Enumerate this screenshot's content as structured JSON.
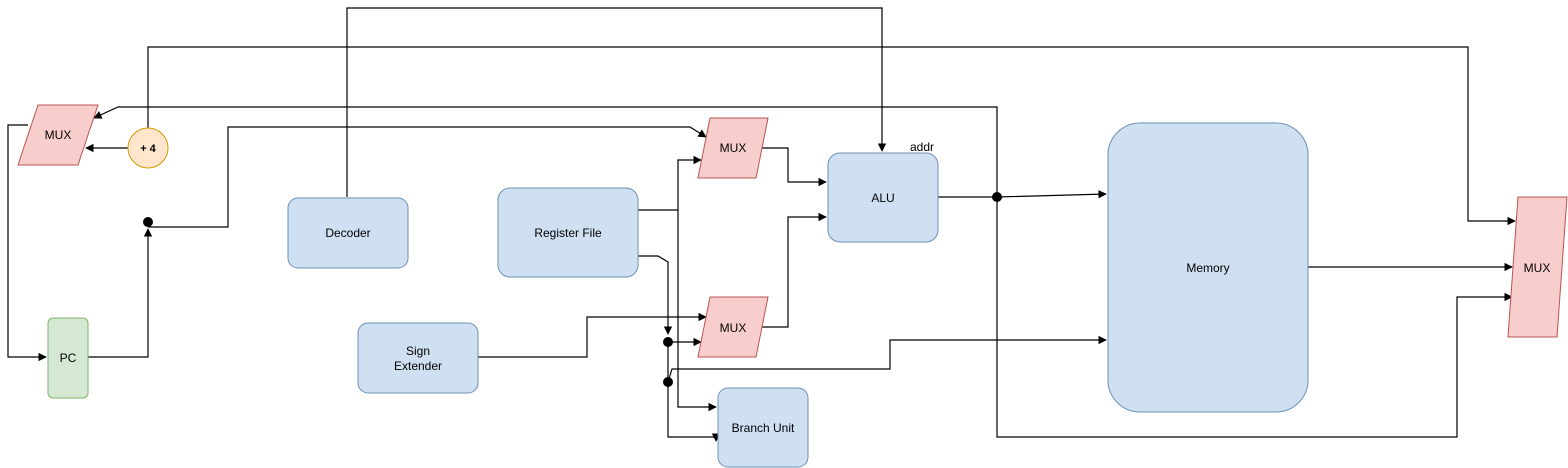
{
  "colors": {
    "block_fill": "#cfe0f2",
    "block_stroke": "#6f8fb5",
    "mux_fill": "#f8cecc",
    "mux_stroke": "#b85450",
    "pc_fill": "#d5e8d4",
    "pc_stroke": "#82b366",
    "adder_fill": "#ffe6cc",
    "adder_stroke": "#d79b00",
    "wire": "#000000"
  },
  "labels": {
    "mux_pc": "MUX",
    "adder": "+ 4",
    "pc": "PC",
    "decoder": "Decoder",
    "register_file": "Register File",
    "sign_extender_line1": "Sign",
    "sign_extender_line2": "Extender",
    "mux_alu_a": "MUX",
    "mux_alu_b": "MUX",
    "alu": "ALU",
    "addr": "addr",
    "branch_unit": "Branch Unit",
    "memory": "Memory",
    "mux_writeback": "MUX"
  },
  "icons": {
    "arrowhead": "arrow-head-icon",
    "junction": "junction-dot-icon"
  }
}
